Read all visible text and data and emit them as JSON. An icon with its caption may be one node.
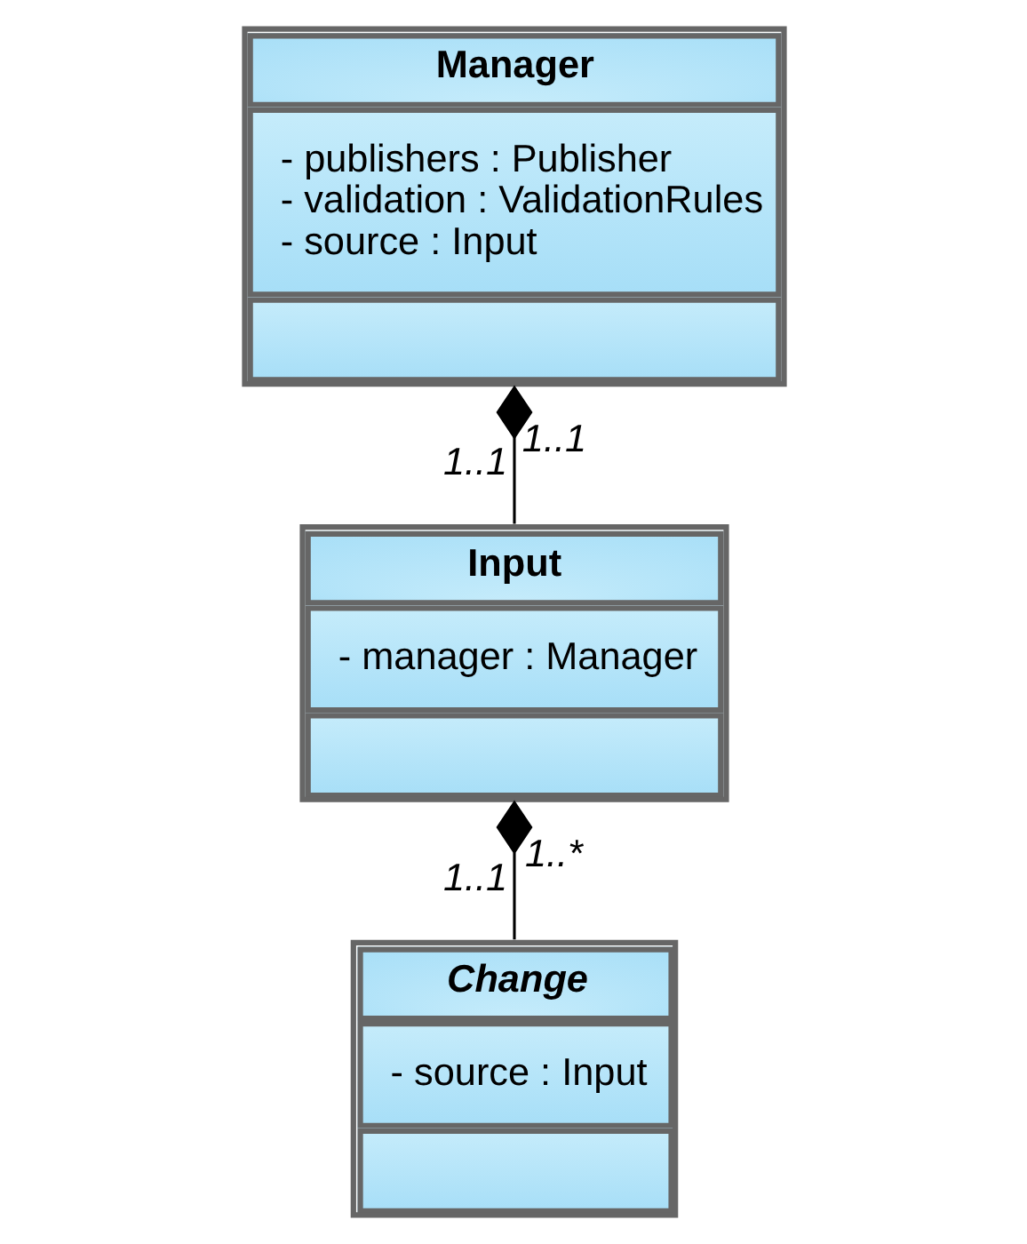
{
  "diagram": {
    "nodes": [
      {
        "text": [
          "Manager",
          "- publishers : Publisher",
          "- validation : ValidationRules",
          "- source : Input"
        ]
      },
      {
        "text": [
          "Input",
          "- manager : Manager"
        ]
      },
      {
        "text": [
          "Change",
          "- source : Input"
        ]
      }
    ],
    "edges": [
      {
        "from": 0,
        "to": 1,
        "arrow": "other"
      },
      {
        "from": 1,
        "to": 2,
        "arrow": "other"
      }
    ],
    "labels": [
      "1..1",
      "1..1",
      "1..*",
      "1..1"
    ]
  }
}
